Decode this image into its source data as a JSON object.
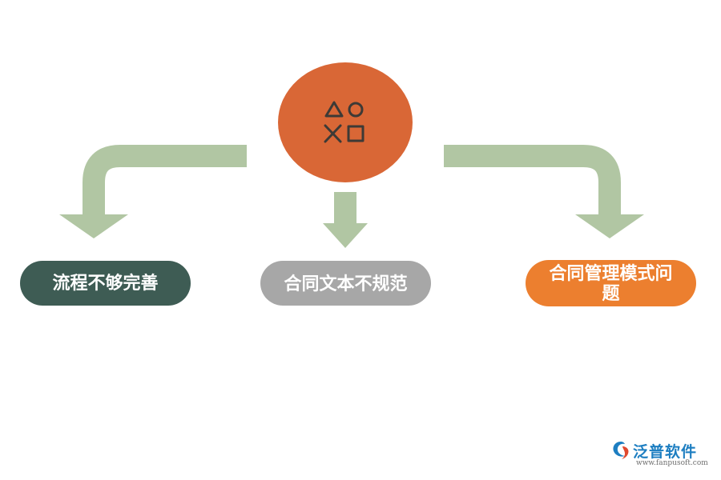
{
  "diagram": {
    "center_icon": "playstation-shapes-icon",
    "colors": {
      "center_circle": "#d96736",
      "arrows": "#b1c6a3",
      "icon_stroke": "#3d3a36"
    },
    "nodes": [
      {
        "label": "流程不够完善",
        "color": "#3e5c54"
      },
      {
        "label": "合同文本不规范",
        "color": "#a7a7a7"
      },
      {
        "label": "合同管理模式问题",
        "color": "#ec7f2f"
      }
    ]
  },
  "watermark": {
    "brand": "泛普软件",
    "url": "www.fanpusoft.com",
    "icon": "fanpu-logo-icon"
  }
}
